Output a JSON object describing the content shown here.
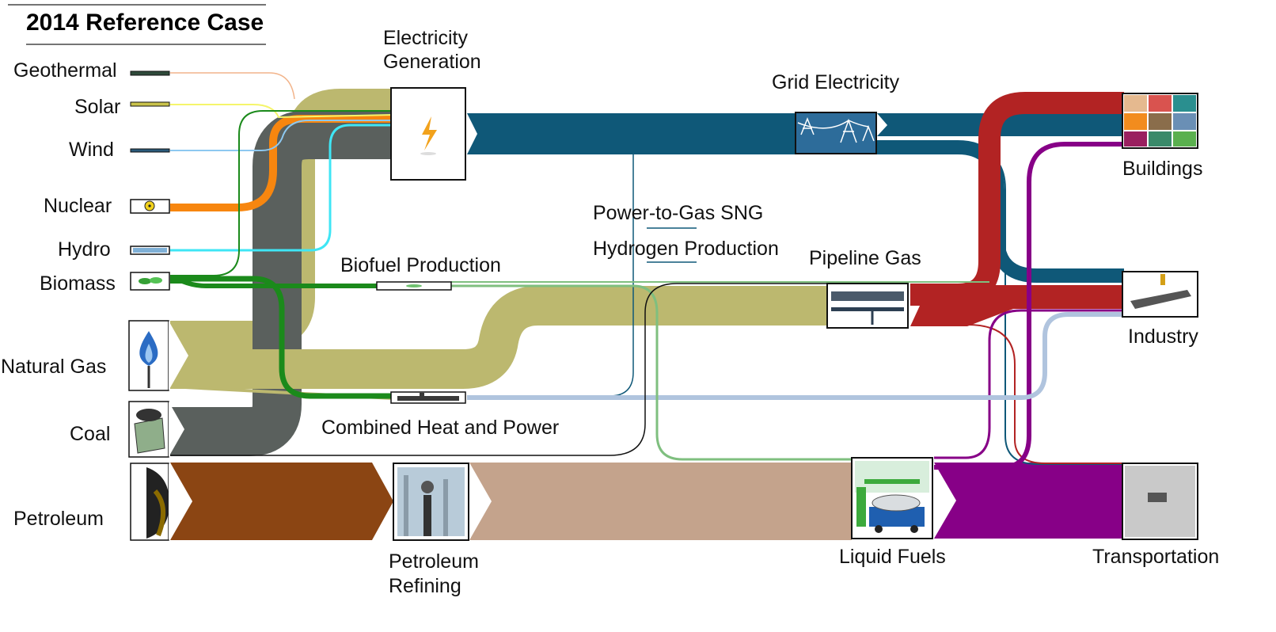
{
  "title": "2014 Reference Case",
  "sources": {
    "geothermal": "Geothermal",
    "solar": "Solar",
    "wind": "Wind",
    "nuclear": "Nuclear",
    "hydro": "Hydro",
    "biomass": "Biomass",
    "natural_gas": "Natural Gas",
    "coal": "Coal",
    "petroleum": "Petroleum"
  },
  "nodes": {
    "electricity_generation_1": "Electricity",
    "electricity_generation_2": "Generation",
    "grid_electricity": "Grid Electricity",
    "power_to_gas": "Power-to-Gas SNG",
    "hydrogen_production": "Hydrogen Production",
    "biofuel_production": "Biofuel Production",
    "pipeline_gas": "Pipeline Gas",
    "chp": "Combined Heat and Power",
    "refining_1": "Petroleum",
    "refining_2": "Refining",
    "liquid_fuels": "Liquid Fuels"
  },
  "sinks": {
    "buildings": "Buildings",
    "industry": "Industry",
    "transportation": "Transportation"
  },
  "colors": {
    "natural_gas": "#bcb86f",
    "coal": "#5a605d",
    "electricity": "#0f5878",
    "nuclear": "#f7860f",
    "hydro": "#3fe6f5",
    "biomass": "#1b8a1b",
    "petroleum": "#8b4513",
    "refined": "#c4a38c",
    "liquid_fuels": "#870087",
    "pipeline_gas_out": "#b22323",
    "chp_out": "#b0c4de",
    "geothermal": "#f2b48b",
    "solar": "#f5f56b",
    "wind": "#8dc8f0",
    "biofuel": "#7fbf7f"
  },
  "icons": {
    "geothermal": "bar-icon",
    "solar": "bar-icon",
    "wind": "bar-icon",
    "nuclear": "radiation-icon",
    "hydro": "dam-icon",
    "biomass": "leaf-icon",
    "natural_gas": "gas-flame-icon",
    "coal": "coal-cart-icon",
    "petroleum": "oil-barrel-icon",
    "electricity_generation": "lightning-icon",
    "grid_electricity": "power-lines-icon",
    "pipeline_gas": "pipeline-icon",
    "chp": "power-plant-icon",
    "biofuel": "leaf-icon",
    "refining": "refinery-icon",
    "liquid_fuels": "gas-station-icon",
    "buildings": "building-grid-icon",
    "industry": "steel-beam-icon",
    "transportation": "traffic-icon"
  }
}
